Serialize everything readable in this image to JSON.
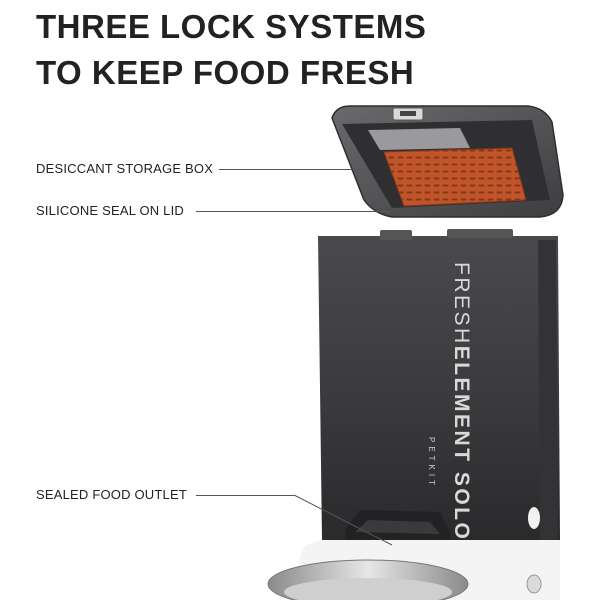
{
  "headline": {
    "line1": "THREE LOCK SYSTEMS",
    "line2": "TO KEEP FOOD FRESH"
  },
  "callouts": {
    "desiccant": "DESICCANT STORAGE BOX",
    "silicone": "SILICONE SEAL ON LID",
    "outlet": "SEALED FOOD OUTLET"
  },
  "product": {
    "brand_line1_light": "FRESH",
    "brand_line1_bold": "ELEMENT",
    "brand_line1_suffix": " SOLO",
    "brand_maker": "PETKIT"
  },
  "colors": {
    "body_dark": "#3b3b3e",
    "desiccant_orange": "#c0542a",
    "lid_gray": "#5a5a5d",
    "base_white": "#f4f4f4"
  }
}
